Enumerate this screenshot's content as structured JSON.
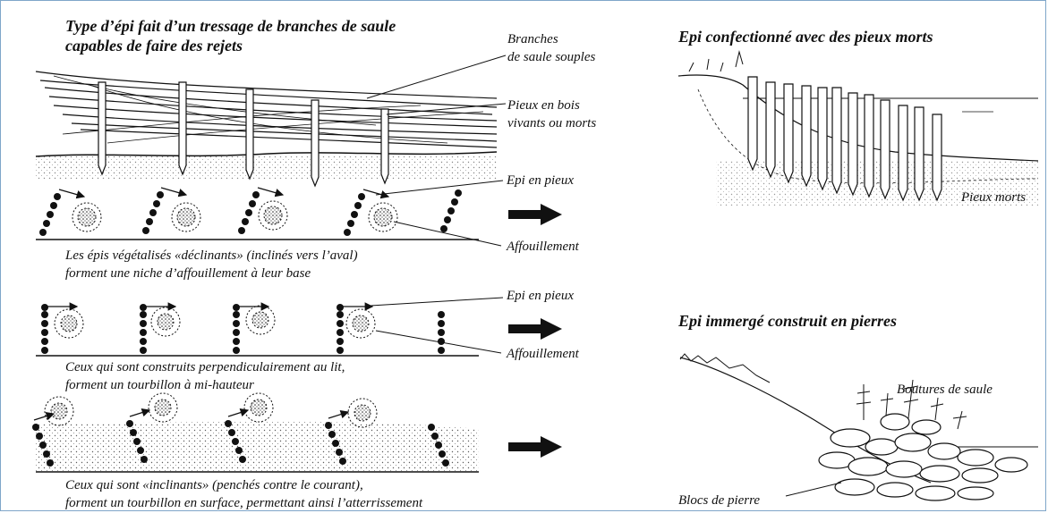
{
  "titles": {
    "woven_groyne": [
      "Type d’épi fait d’un tressage de branches de saule",
      "capables de faire des rejets"
    ],
    "dead_stakes_groyne": "Epi confectionné avec des pieux morts",
    "stone_groyne": "Epi immergé construit en pierres"
  },
  "labels": {
    "branches": [
      "Branches",
      "de saule souples"
    ],
    "stakes": [
      "Pieux en bois",
      "vivants ou morts"
    ],
    "epi_pieux_1": "Epi en pieux",
    "affouillement_1": "Affouillement",
    "epi_pieux_2": "Epi en pieux",
    "affouillement_2": "Affouillement",
    "pieux_morts": "Pieux morts",
    "boutures": "Boutures de saule",
    "blocs": "Blocs de pierre"
  },
  "captions": {
    "declinants": [
      "Les épis végétalisés «déclinants» (inclinés vers l’aval)",
      "forment une niche d’affouillement à leur base"
    ],
    "perpendiculaires": [
      "Ceux qui sont construits perpendiculairement au lit,",
      "forment un tourbillon à mi-hauteur"
    ],
    "inclinants": [
      "Ceux qui sont «inclinants» (penchés contre le courant),",
      "forment un tourbillon en surface, permettant ainsi l’atterrissement"
    ]
  },
  "colors": {
    "ink": "#111111",
    "frame": "#7fa6c9"
  }
}
